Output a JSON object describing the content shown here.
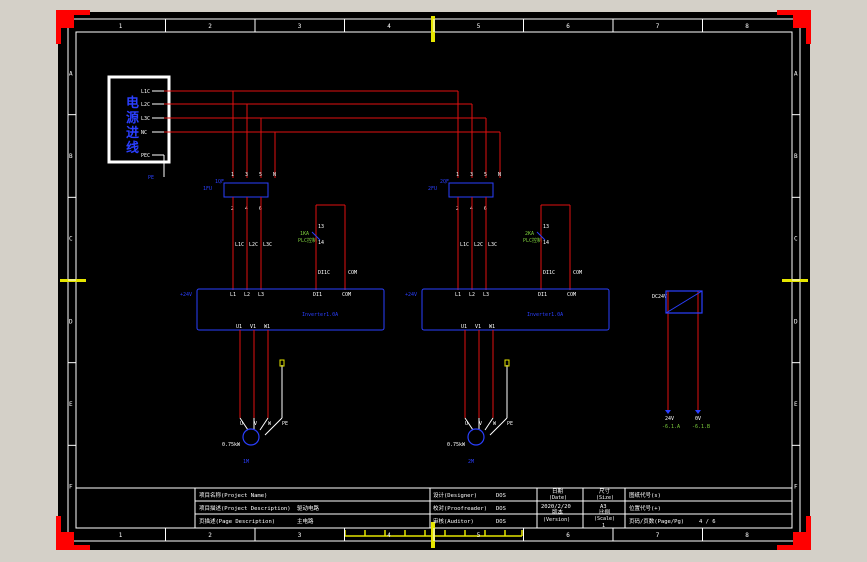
{
  "frame": {
    "columns": [
      "1",
      "2",
      "3",
      "4",
      "5",
      "6",
      "7",
      "8"
    ],
    "rows": [
      "A",
      "B",
      "C",
      "D",
      "E",
      "F"
    ]
  },
  "power_box": {
    "title_chars": [
      "电",
      "源",
      "进",
      "线"
    ],
    "terminals": [
      "L1C",
      "L2C",
      "L3C",
      "NC",
      "PEC"
    ],
    "pe_label": "PE"
  },
  "unit_left": {
    "fuse_label": "1FU",
    "fuse_id": "1QF",
    "terminals_top": [
      "1",
      "3",
      "5",
      "N"
    ],
    "terminals_bottom": [
      "2",
      "4",
      "6"
    ],
    "mid_labels": [
      "L1C",
      "L2C",
      "L3C"
    ],
    "relay_label": "1KA",
    "relay_sub": "PLC控制",
    "relay_pins": [
      "13",
      "14"
    ],
    "relay_out": [
      "DI1C",
      "COM"
    ],
    "supply_tag": "+24V",
    "inverter_pins_top": [
      "L1",
      "L2",
      "L3",
      "DI1",
      "COM"
    ],
    "inverter_name": "Inverter1.0A",
    "inverter_pins_bottom": [
      "U1",
      "V1",
      "W1"
    ],
    "motor_terminals": [
      "U",
      "V",
      "W",
      "PE"
    ],
    "motor_label": "0.75kW",
    "motor_id": "1M"
  },
  "unit_right": {
    "fuse_label": "2FU",
    "fuse_id": "2QF",
    "terminals_top": [
      "1",
      "3",
      "5",
      "N"
    ],
    "terminals_bottom": [
      "2",
      "4",
      "6"
    ],
    "mid_labels": [
      "L1C",
      "L2C",
      "L3C"
    ],
    "relay_label": "2KA",
    "relay_sub": "PLC控制",
    "relay_pins": [
      "13",
      "14"
    ],
    "relay_out": [
      "DI1C",
      "COM"
    ],
    "supply_tag": "+24V",
    "inverter_pins_top": [
      "L1",
      "L2",
      "L3",
      "DI1",
      "COM"
    ],
    "inverter_name": "Inverter1.0A",
    "inverter_pins_bottom": [
      "U1",
      "V1",
      "W1"
    ],
    "motor_terminals": [
      "U",
      "V",
      "W",
      "PE"
    ],
    "motor_label": "0.75kW",
    "motor_id": "2M"
  },
  "psu": {
    "label": "DC24V",
    "out_pos": "24V",
    "out_neg": "0V",
    "ref_pos": "-6.1.A",
    "ref_neg": "-6.1.B"
  },
  "title_block": {
    "project_name_label": "项目名称(Project Name)",
    "project_desc_label": "项目描述(Project Description)",
    "project_desc_value": "驱动电路",
    "page_desc_label": "页描述(Page Description)",
    "page_desc_value": "主电路",
    "designer_label": "设计(Designer)",
    "designer_value": "DOS",
    "proofreader_label": "校对(Proofreader)",
    "proofreader_value": "DOS",
    "auditor_label": "审核(Auditor)",
    "auditor_value": "DOS",
    "date_label": "日期",
    "date_label_en": "(Date)",
    "date_value": "2020/2/20",
    "version_label": "版本",
    "version_label_en": "(Version)",
    "size_label": "尺寸",
    "size_label_en": "(Size)",
    "size_value": "A3",
    "scale_label": "比例",
    "scale_label_en": "(Scale)",
    "scale_value": "1",
    "drawing_code_label": "图纸代号(s)",
    "location_code_label": "位置代号(+)",
    "page_label": "页码/页数(Page/Pg)",
    "page_value": "4 / 6"
  },
  "colors": {
    "background": "#000000",
    "outer_bg": "#d4d0c8",
    "frame": "#ffffff",
    "red_line": "#e01010",
    "blue": "#2a3fff",
    "yellow": "#e6e600",
    "green": "#7ccd3c",
    "corner": "#ff0000"
  }
}
